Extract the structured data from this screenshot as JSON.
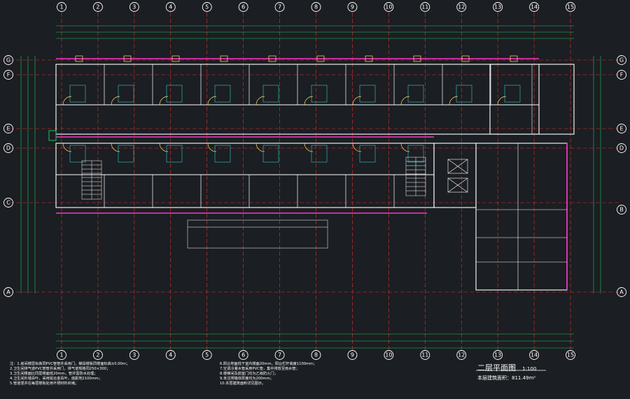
{
  "drawing": {
    "title": "二层平面图",
    "scale": "1:100",
    "area_label": "本层建筑面积：",
    "area_value": "811.49m²"
  },
  "grid": {
    "columns": [
      "1",
      "2",
      "3",
      "4",
      "5",
      "6",
      "7",
      "8",
      "9",
      "10",
      "11",
      "12",
      "13",
      "14",
      "15"
    ],
    "rows_left": [
      "G",
      "F",
      "E",
      "D",
      "C",
      "A"
    ],
    "rows_right": [
      "G",
      "F",
      "E",
      "D",
      "B",
      "A"
    ]
  },
  "notes_left": {
    "line1": "注：1.房间楼层标高同PVC管管井采用门，梯段楼板同楼面标高±0.00m；",
    "line2": "2.卫生间排气道PVC管管井采用门，排气道规格同250×300；",
    "line3": "3.卫生间楼面比同层楼面低20mm，管井需防水处理；",
    "line4": "4.卫生间外墙百叶，采用铝合金百叶，底距地2100mm；",
    "line5": "5.管道竖井在每层楼板处用不燃材料封堵；"
  },
  "notes_right": {
    "line1": "6.阳台地面低于室内楼面20mm，阳台栏杆高度1100mm；",
    "line2": "7.空调冷凝水管采用PVC管，集中排放至雨水管；",
    "line3": "8.楼梯间及前室门均为乙级防火门；",
    "line4": "9.未注明墙体厚度均为200mm；",
    "line5": "10.本层建筑面积详见图示。"
  },
  "colors": {
    "background": "#1b1e22",
    "wall": "#ffffff",
    "grid_line": "#e03030",
    "dimension": "#22c55e",
    "door": "#ffe066",
    "accent": "#ff33cc",
    "cyan": "#33cccc"
  }
}
